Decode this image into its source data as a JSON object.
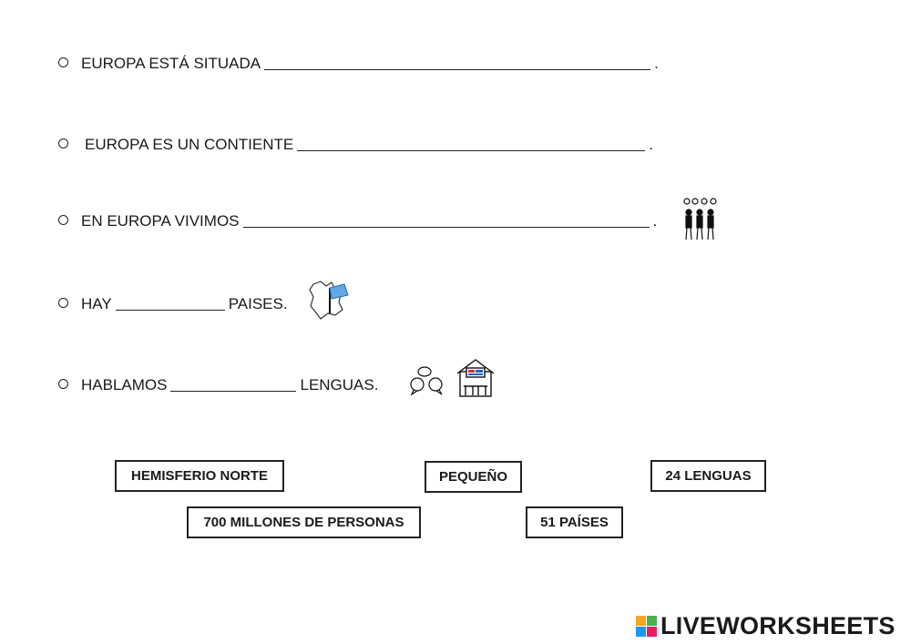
{
  "sentences": [
    {
      "before": "EUROPA ESTÁ SITUADA",
      "after": "."
    },
    {
      "before": "EUROPA ES UN CONTIENTE",
      "after": "."
    },
    {
      "before": "EN EUROPA VIVIMOS",
      "after": "."
    },
    {
      "before": "HAY",
      "after": "PAISES."
    },
    {
      "before": "HABLAMOS",
      "after": "LENGUAS."
    }
  ],
  "options": [
    "HEMISFERIO NORTE",
    "PEQUEÑO",
    "24 LENGUAS",
    "700 MILLONES DE PERSONAS",
    "51 PAÍSES"
  ],
  "icons": [
    "people-icon",
    "map-flag-icon",
    "speech-bubbles-icon",
    "school-icon"
  ],
  "brand": {
    "name": "LIVEWORKSHEETS",
    "logo_colors": [
      "#f5a623",
      "#4caf50",
      "#2196f3",
      "#e91e63"
    ]
  }
}
